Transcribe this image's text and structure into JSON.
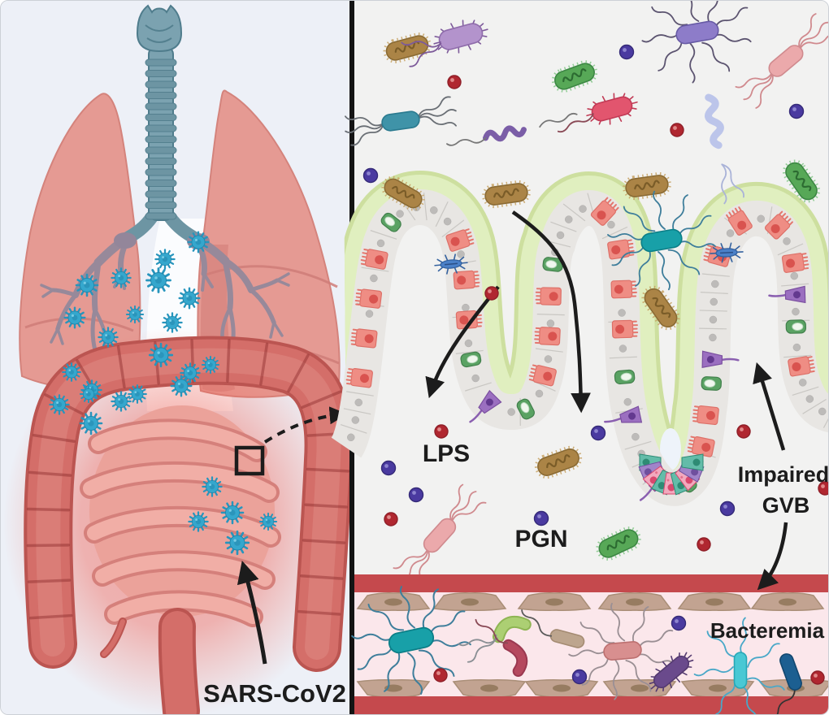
{
  "left_panel": {
    "virus_arrow_label": "SARS-CoV2"
  },
  "right_panel": {
    "lps_label": "LPS",
    "pgn_label": "PGN",
    "impaired_gvb": [
      "Impaired",
      "GVB"
    ],
    "bacteremia_label": "Bacteremia"
  },
  "colors": {
    "left_background": "#edf0f7",
    "right_background": "#f2f2f1",
    "divider": "#141414",
    "virus": "#35a7cd",
    "lung": "#e59a93",
    "bronchi": "#97899a",
    "trachea": "#7ba2b0",
    "large_intestine": "#d46e69",
    "large_intestine_edge": "#bb5551",
    "small_intestine": "#eba29a",
    "inflammation_glow": "#ef5a4d",
    "mucus_layer": "#e0efbf",
    "mucus_edge": "#cddf9f",
    "epithelium": "#e8e6e3",
    "vessel_wall": "#c5494d",
    "vessel_lumen": "#fbe7eb",
    "endothelial_cell": "#c2a391",
    "annotation": "#1c1c1c"
  },
  "cell_palette": {
    "damaged": "#ef8d84",
    "damaged_nucleus": "#d9534f",
    "goblet": "#5aa263",
    "immune_purple": "#9b6fc0",
    "crypt_teal": "#63bca9",
    "crypt_pink": "#f2a9be",
    "crypt_purple": "#a184c9",
    "nucleus_gray": "#bdbbb9"
  },
  "bacteria_palette": {
    "brown": "#ab8446",
    "green": "#57a857",
    "purple_pili": "#b393cc",
    "crimson": "#e2556e",
    "teal_flagella": "#3f93a8",
    "pink_flagella": "#eba9ab",
    "purple_flagella": "#8d7cc9",
    "teal_multi": "#18a0a8",
    "pink_multi": "#d88f8f",
    "cyan": "#49c8d4",
    "navy": "#1c5f91",
    "spirochete_purple": "#7b5ea7",
    "spirochete_lavender": "#bcc5ea",
    "bean_green": "#accf73",
    "vibrio_maroon": "#b5485e",
    "tan": "#bda58e",
    "spiky_purple": "#6a4a8c",
    "blue_epithelial": "#4a80c8",
    "lps_dot": "#b02730",
    "pgn_dot": "#4a3aa0"
  }
}
